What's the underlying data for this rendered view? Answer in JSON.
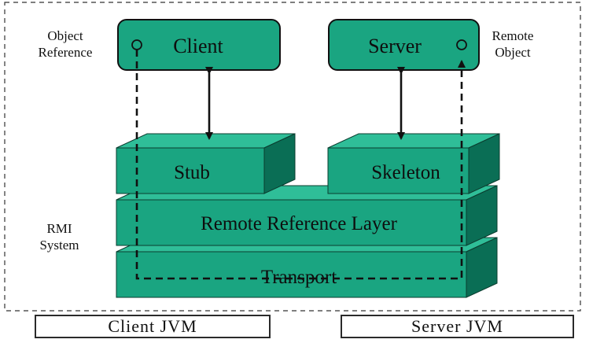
{
  "colors": {
    "box_fill": "#1aa581",
    "box_top": "#2fbe98",
    "box_side": "#0a6e55",
    "box_border": "#0b3d2f",
    "stroke": "#111111",
    "container_border": "#333333"
  },
  "labels": {
    "object_reference": [
      "Object",
      "Reference"
    ],
    "remote_object": [
      "Remote",
      "Object"
    ],
    "rmi_system": [
      "RMI",
      "System"
    ]
  },
  "boxes": {
    "client": "Client",
    "server": "Server",
    "stub": "Stub",
    "skeleton": "Skeleton",
    "remote_reference_layer": "Remote Reference Layer",
    "transport": "Transport"
  },
  "footer": {
    "client_jvm": "Client JVM",
    "server_jvm": "Server JVM"
  }
}
